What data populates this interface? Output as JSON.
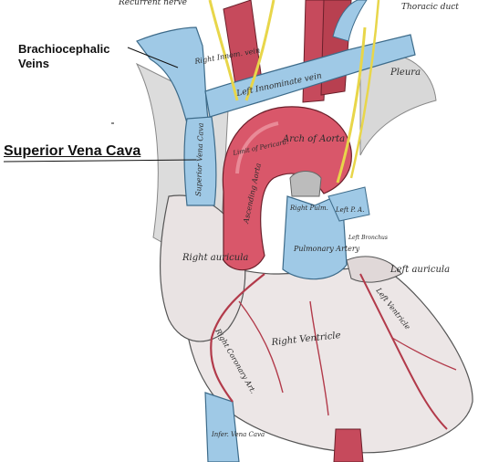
{
  "callouts": {
    "brachiocephalic": "Brachiocephalic\nVeins",
    "superior_vena_cava": "Superior Vena Cava"
  },
  "engraving": {
    "recurrent_nerve": "Recurrent nerve",
    "thoracic_duct": "Thoracic duct",
    "right_innom_vein": "Right Innom. vein",
    "left_innominate_vein": "Left Innominate vein",
    "pleura": "Pleura",
    "arch_of_aorta": "Arch of Aorta",
    "limit_of_pericardium": "Limit of Pericard.",
    "ascending_aorta": "Ascending Aorta",
    "superior_vena_cava_small": "Superior Vena Cava",
    "right_pulm": "Right Pulm.",
    "left_p_a": "Left P. A.",
    "left_bronchus": "Left Bronchus",
    "pulmonary_artery": "Pulmonary Artery",
    "left_auricula": "Left auricula",
    "right_auricula": "Right auricula",
    "right_ventricle": "Right Ventricle",
    "right_coronary_artery": "Right Coronary Art.",
    "left_ventricle": "Left Ventricle",
    "inferior_vena_cava": "Infer. Vena Cava"
  },
  "colors": {
    "vein_blue": "#9fc9e6",
    "artery_red": "#d9576a",
    "heart_pale": "#ece6e6",
    "nerve_yellow": "#e8d64a",
    "pleura_gray": "#d8d8d8"
  }
}
